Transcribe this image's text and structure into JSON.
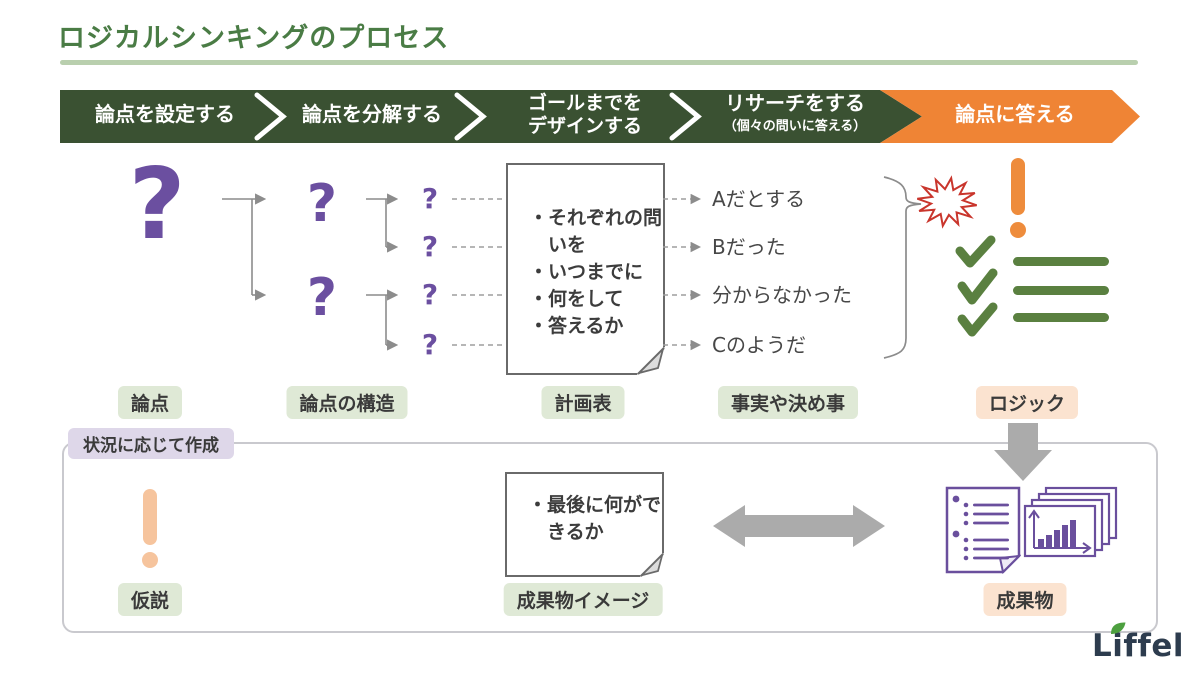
{
  "title": "ロジカルシンキングのプロセス",
  "process_steps": [
    {
      "line1": "論点を設定する",
      "line2": ""
    },
    {
      "line1": "論点を分解する",
      "line2": ""
    },
    {
      "line1": "ゴールまでを",
      "line2": "デザインする"
    },
    {
      "line1": "リサーチをする",
      "line2": "（個々の問いに答える）"
    },
    {
      "line1": "論点に答える",
      "line2": ""
    }
  ],
  "plan_box": {
    "bullets": [
      "それぞれの問いを",
      "いつまでに",
      "何をして",
      "答えるか"
    ]
  },
  "answers": [
    "Aだとする",
    "Bだった",
    "分からなかった",
    "Cのようだ"
  ],
  "row_labels": {
    "issue": "論点",
    "issue_structure": "論点の構造",
    "plan_table": "計画表",
    "facts": "事実や決め事",
    "logic": "ロジック"
  },
  "bottom_section": {
    "badge": "状況に応じて作成",
    "hypothesis_label": "仮説",
    "deliverable_image_bullet": "最後に何ができるか",
    "deliverable_image_label": "成果物イメージ",
    "deliverable_label": "成果物"
  },
  "glyphs": {
    "question_mark": "?",
    "check_mark": "✓"
  },
  "logo": {
    "text": "Liffel"
  },
  "colors": {
    "title_green": "#4a7c45",
    "bar_dark_green": "#3a5132",
    "accent_orange": "#ef8435",
    "purple": "#6b4fa0",
    "exclamation_orange": "#ee8c3c",
    "pale_orange": "#f6c49d",
    "label_green_bg": "#dfe9d6",
    "label_peach_bg": "#fbe3d0",
    "badge_purple_bg": "#ded7e9",
    "check_green": "#5a8040",
    "burst_red": "#c9352c",
    "connector_gray": "#8c8c8c"
  }
}
